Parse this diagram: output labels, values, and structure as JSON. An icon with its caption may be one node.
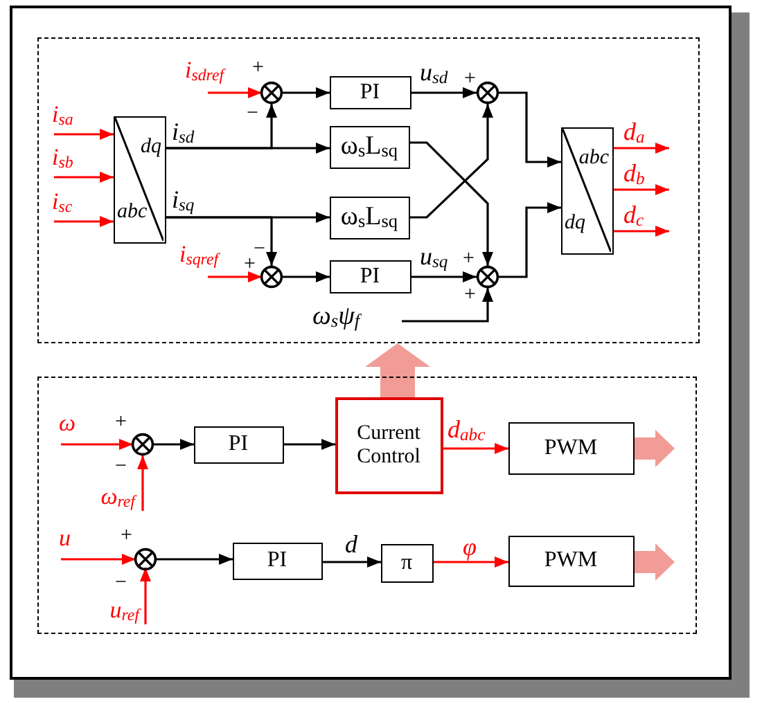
{
  "diagram": {
    "nodes": [
      {
        "text": [],
        "shape": "box"
      },
      {
        "text": [
          "i$_{sa}$"
        ],
        "in": 0
      },
      {
        "text": [
          "i$_{sb}$"
        ],
        "in": 0
      },
      {
        "text": [
          "i$_{sc}$"
        ],
        "in": 0
      },
      {
        "text": [
          "dq",
          "abc"
        ],
        "in": 0
      },
      {
        "text": [
          "i$_{sdref}$"
        ],
        "in": 0
      },
      {
        "text": [],
        "shape": "circle",
        "beside": [
          "+",
          "−"
        ],
        "in": 0
      },
      {
        "text": [
          "PI"
        ],
        "in": 0
      },
      {
        "text": [
          "ω$_{s}$L$_{sq}$"
        ],
        "in": 0
      },
      {
        "text": [
          "ω$_{s}$L$_{sq}$"
        ],
        "in": 0
      },
      {
        "text": [
          "i$_{sqref}$"
        ],
        "in": 0
      },
      {
        "text": [],
        "shape": "circle",
        "beside": [
          "−",
          "+"
        ],
        "in": 0
      },
      {
        "text": [
          "PI"
        ],
        "in": 0
      },
      {
        "text": [],
        "shape": "circle",
        "beside": [
          "+"
        ],
        "in": 0
      },
      {
        "text": [],
        "shape": "circle",
        "beside": [
          "+",
          "+"
        ],
        "in": 0
      },
      {
        "text": [
          "ω$_{s}$ψ$_{f}$"
        ],
        "in": 0
      },
      {
        "text": [
          "abc",
          "dq"
        ],
        "in": 0
      },
      {
        "text": [],
        "shape": "box"
      },
      {
        "text": [
          "ω"
        ],
        "in": 17
      },
      {
        "text": [],
        "shape": "circle",
        "beside": [
          "+",
          "−"
        ],
        "in": 17
      },
      {
        "text": [
          "ω$_{ref}$"
        ],
        "in": 17
      },
      {
        "text": [
          "PI"
        ],
        "in": 17
      },
      {
        "text": [
          "Current Control"
        ],
        "in": 17
      },
      {
        "text": [
          "PWM"
        ],
        "in": 17
      },
      {
        "text": [
          "u"
        ],
        "in": 17
      },
      {
        "text": [],
        "shape": "circle",
        "beside": [
          "+",
          "−"
        ],
        "in": 17
      },
      {
        "text": [
          "u$_{ref}$"
        ],
        "in": 17
      },
      {
        "text": [
          "PI"
        ],
        "in": 17
      },
      {
        "text": [
          "π"
        ],
        "in": 17
      },
      {
        "text": [
          "PWM"
        ],
        "in": 17
      }
    ],
    "edges": [
      {
        "from": 1,
        "to": 4,
        "arrow": "to",
        "color": "#ff0000"
      },
      {
        "from": 2,
        "to": 4,
        "arrow": "to",
        "color": "#ff0000"
      },
      {
        "from": 3,
        "to": 4,
        "arrow": "to",
        "color": "#ff0000"
      },
      {
        "from": 4,
        "to": 8,
        "arrow": "to",
        "label": "i$_{sd}$"
      },
      {
        "from": 4,
        "to": 6,
        "arrow": "to"
      },
      {
        "from": 4,
        "to": 9,
        "arrow": "to",
        "label": "i$_{sq}$"
      },
      {
        "from": 4,
        "to": 11,
        "arrow": "to"
      },
      {
        "from": 5,
        "to": 6,
        "arrow": "to",
        "color": "#ff0000"
      },
      {
        "from": 6,
        "to": 7,
        "arrow": "to"
      },
      {
        "from": 7,
        "to": 13,
        "arrow": "to",
        "label": "u$_{sd}$"
      },
      {
        "from": 8,
        "to": 14,
        "arrow": "to"
      },
      {
        "from": 9,
        "to": 13,
        "arrow": "to"
      },
      {
        "from": 10,
        "to": 11,
        "arrow": "to",
        "color": "#ff0000"
      },
      {
        "from": 11,
        "to": 12,
        "arrow": "to"
      },
      {
        "from": 12,
        "to": 14,
        "arrow": "to",
        "label": "u$_{sq}$"
      },
      {
        "from": 15,
        "to": 14,
        "arrow": "to"
      },
      {
        "from": 13,
        "to": 16,
        "arrow": "to"
      },
      {
        "from": 14,
        "to": 16,
        "arrow": "to"
      },
      {
        "from": 16,
        "to": null,
        "arrow": "to",
        "label": "d$_{a}$",
        "color": "#ff0000"
      },
      {
        "from": 16,
        "to": null,
        "arrow": "to",
        "label": "d$_{b}$",
        "color": "#ff0000"
      },
      {
        "from": 16,
        "to": null,
        "arrow": "to",
        "label": "d$_{c}$",
        "color": "#ff0000"
      },
      {
        "from": 18,
        "to": 19,
        "arrow": "to",
        "color": "#ff0000"
      },
      {
        "from": 20,
        "to": 19,
        "arrow": "to",
        "color": "#ff0000"
      },
      {
        "from": 19,
        "to": 21,
        "arrow": "to"
      },
      {
        "from": 21,
        "to": 22,
        "arrow": "to"
      },
      {
        "from": 22,
        "to": 0,
        "arrow": "to",
        "style": "thick",
        "color": "#f19c96"
      },
      {
        "from": 22,
        "to": 23,
        "arrow": "to",
        "label": "d$_{abc}$",
        "color": "#ff0000"
      },
      {
        "from": 23,
        "to": null,
        "arrow": "to",
        "style": "thick",
        "color": "#f19c96"
      },
      {
        "from": 24,
        "to": 25,
        "arrow": "to",
        "color": "#ff0000"
      },
      {
        "from": 26,
        "to": 25,
        "arrow": "to",
        "color": "#ff0000"
      },
      {
        "from": 25,
        "to": 27,
        "arrow": "to"
      },
      {
        "from": 27,
        "to": 28,
        "arrow": "to",
        "label": "d"
      },
      {
        "from": 28,
        "to": 29,
        "arrow": "to",
        "label": "φ",
        "color": "#ff0000"
      },
      {
        "from": 29,
        "to": null,
        "arrow": "to",
        "style": "thick",
        "color": "#f19c96"
      }
    ]
  }
}
